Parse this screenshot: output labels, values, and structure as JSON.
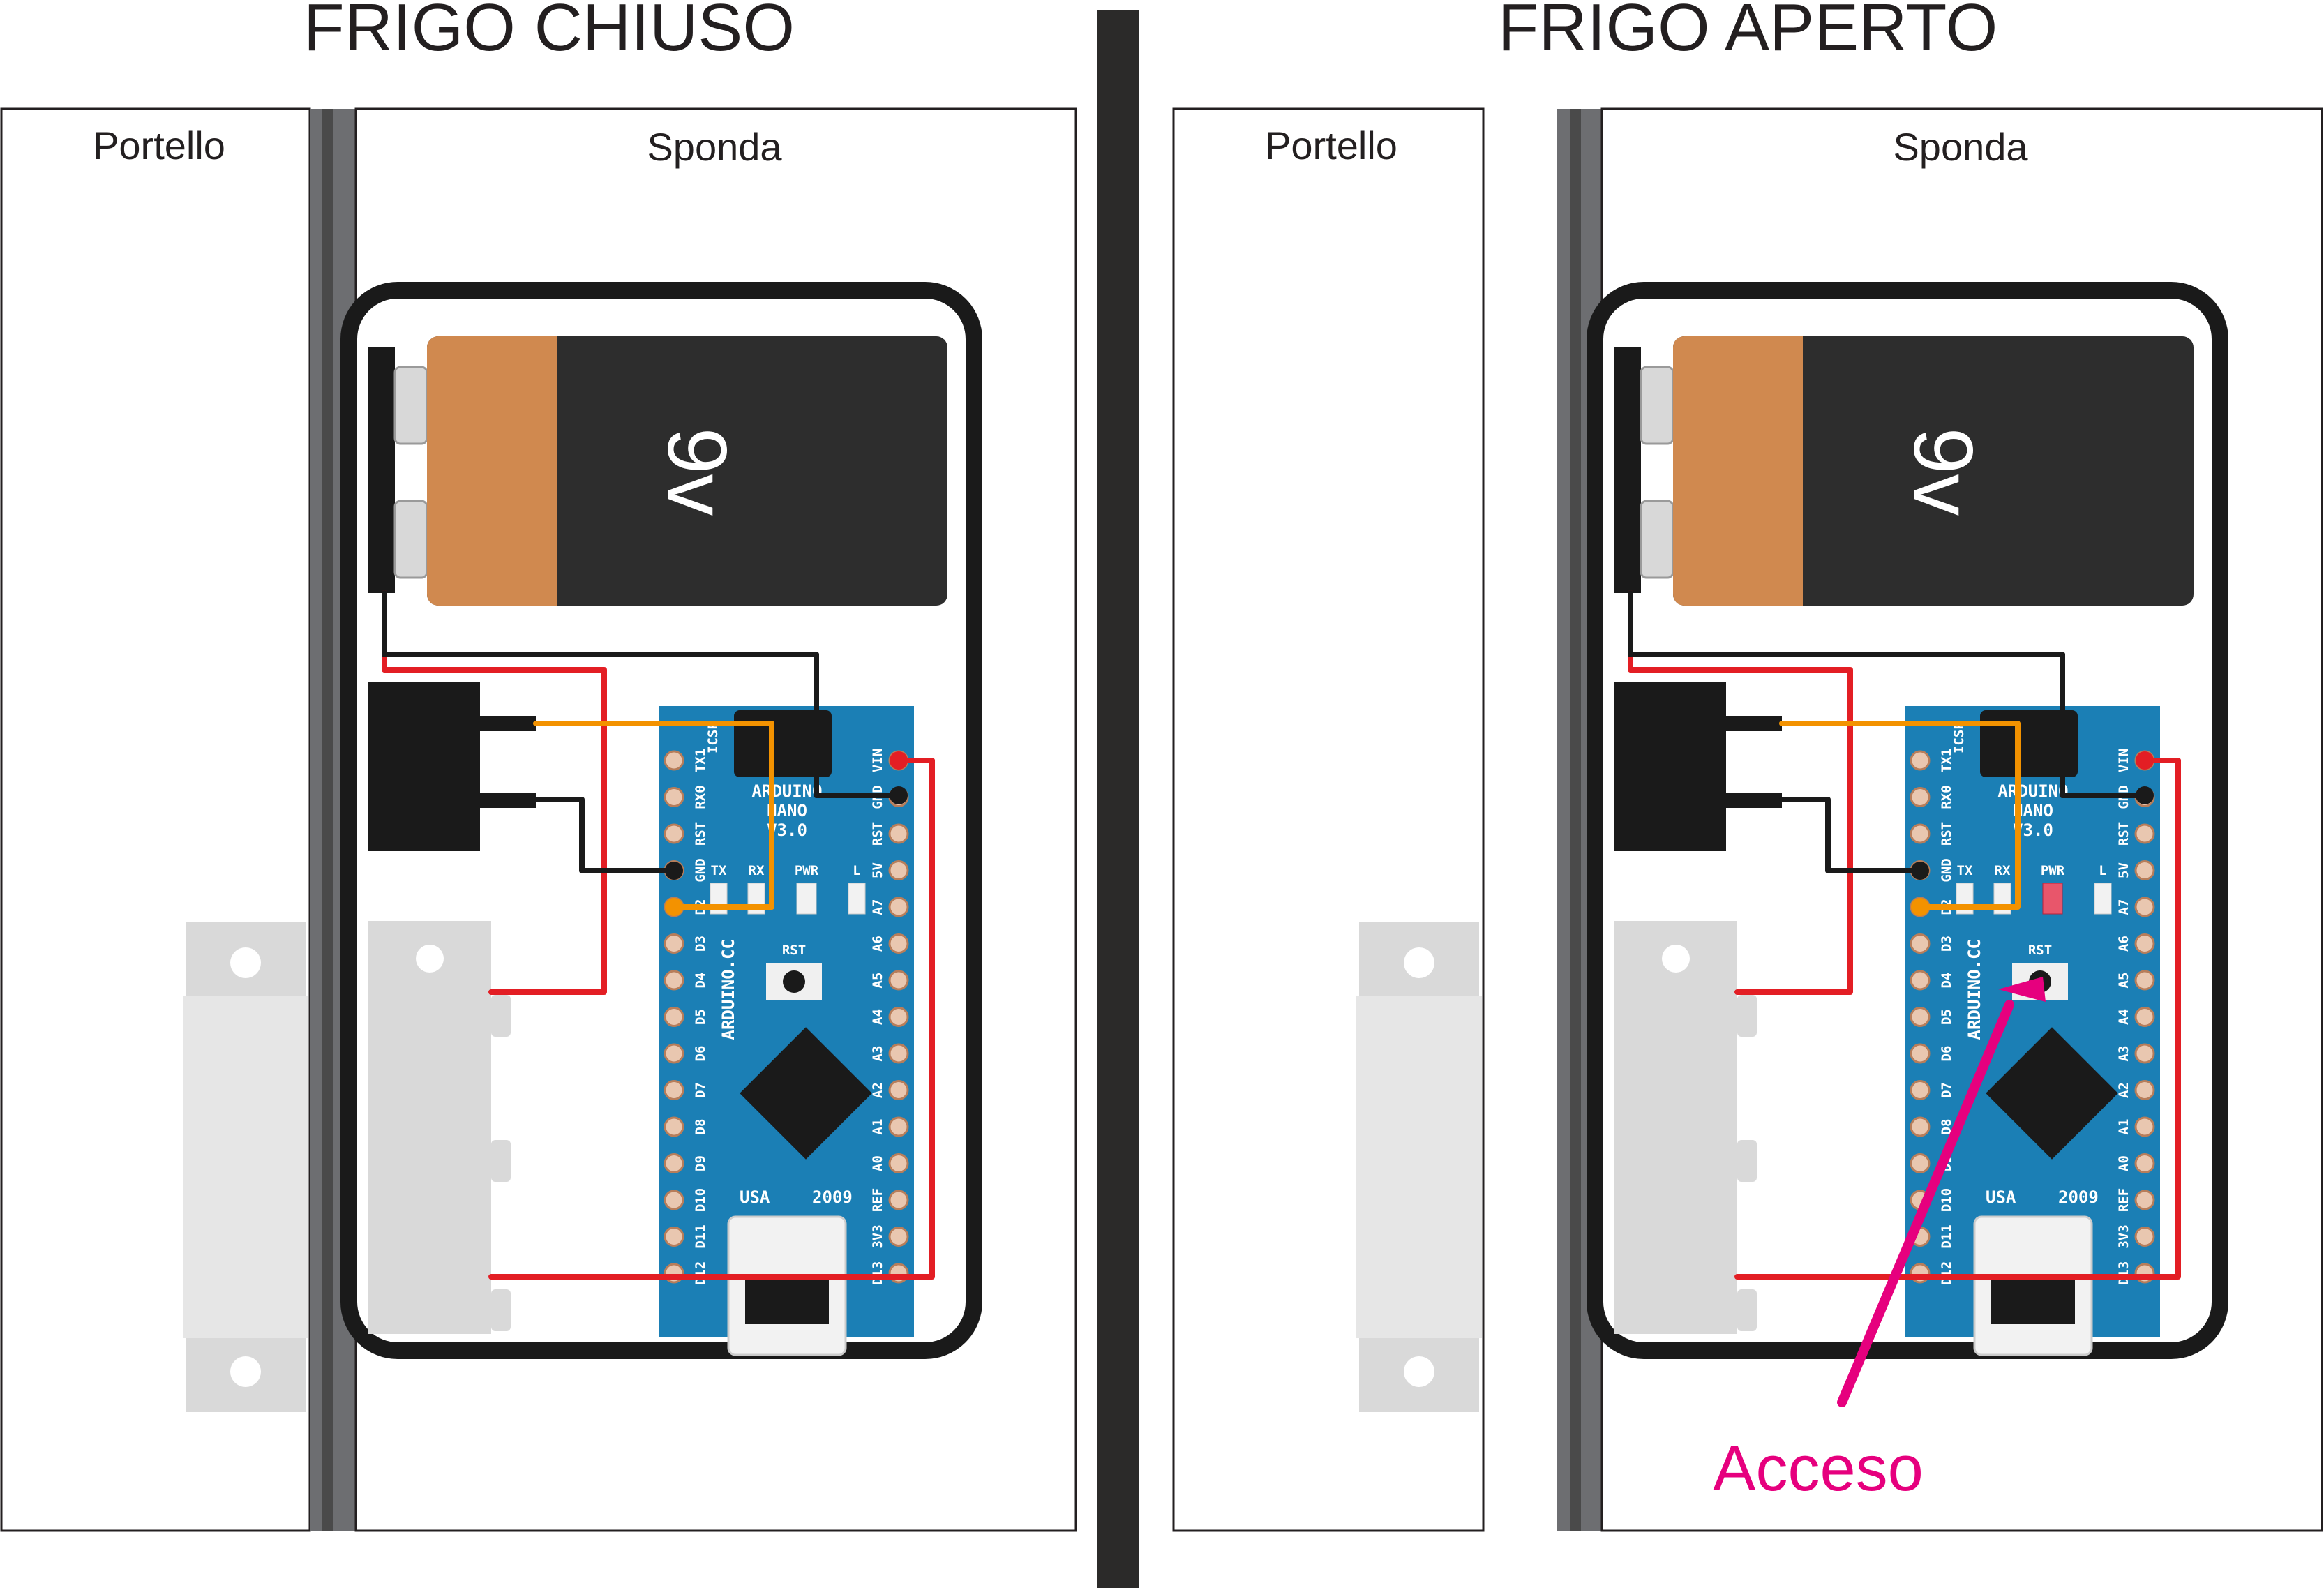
{
  "diagram": {
    "left": {
      "title": "FRIGO CHIUSO",
      "door_label": "Portello",
      "side_label": "Sponda",
      "pwr_led_on": false
    },
    "right": {
      "title": "FRIGO APERTO",
      "door_label": "Portello",
      "side_label": "Sponda",
      "pwr_led_on": true,
      "annotation": "Acceso"
    },
    "battery_label": "9v",
    "board": {
      "name_lines": [
        "ARDUINO",
        "NANO",
        "V3.0"
      ],
      "brand": "ARDUINO.CC",
      "footer_left": "USA",
      "footer_right": "2009",
      "icsp": "ICSP",
      "reset": "RST",
      "leds": [
        "TX",
        "RX",
        "PWR",
        "L"
      ],
      "left_pins": [
        "TX1",
        "RX0",
        "RST",
        "GND",
        "D2",
        "D3",
        "D4",
        "D5",
        "D6",
        "D7",
        "D8",
        "D9",
        "D10",
        "D11",
        "D12"
      ],
      "right_pins": [
        "VIN",
        "GND",
        "RST",
        "5V",
        "A7",
        "A6",
        "A5",
        "A4",
        "A3",
        "A2",
        "A1",
        "A0",
        "REF",
        "3V3",
        "D13"
      ]
    },
    "colors": {
      "wire_red": "#e31e24",
      "wire_black": "#1a1a1a",
      "wire_orange": "#f39200",
      "board_blue": "#1b7fb5",
      "battery_copper": "#d0894f",
      "battery_body": "#2d2d2d",
      "annotation": "#e6007e",
      "pwr_led_lit": "#e8566b"
    }
  }
}
